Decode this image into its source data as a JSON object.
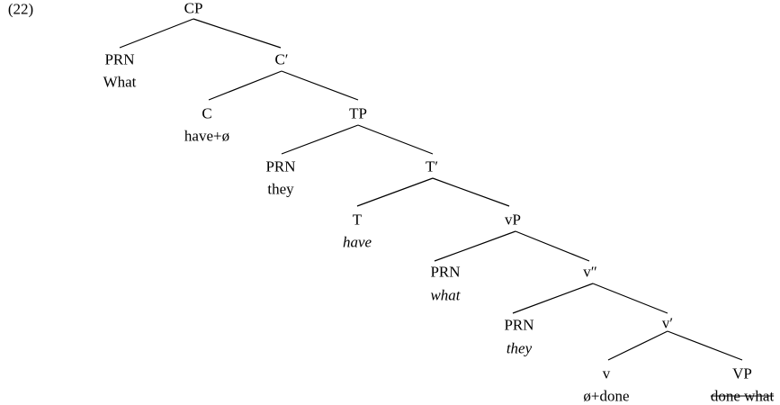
{
  "example_number": "(22)",
  "nodes": {
    "cp": {
      "label": "CP"
    },
    "prn1": {
      "label": "PRN",
      "word": "What"
    },
    "cbar": {
      "label": "C′"
    },
    "c": {
      "label": "C",
      "word": "have+ø"
    },
    "tp": {
      "label": "TP"
    },
    "prn2": {
      "label": "PRN",
      "word": "they"
    },
    "tbar": {
      "label": "T′"
    },
    "t": {
      "label": "T",
      "word": "have"
    },
    "vp_small": {
      "label": "vP"
    },
    "prn3": {
      "label": "PRN",
      "word": "what"
    },
    "vdbar": {
      "label": "v″"
    },
    "prn4": {
      "label": "PRN",
      "word": "they"
    },
    "vbar": {
      "label": "v′"
    },
    "v": {
      "label": "v",
      "word": "ø+done"
    },
    "vp": {
      "label": "VP",
      "word": "done what"
    }
  }
}
